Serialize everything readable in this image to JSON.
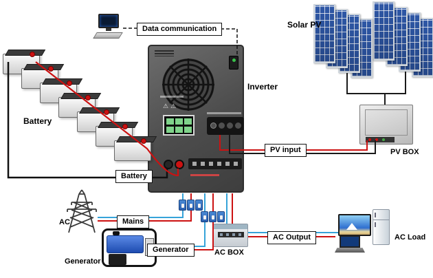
{
  "labels": {
    "data_communication": "Data communication",
    "solar_pv": "Solar PV",
    "inverter": "Inverter",
    "battery": "Battery",
    "battery_link": "Battery",
    "pv_input": "PV input",
    "pv_box": "PV BOX",
    "ac": "AC",
    "mains": "Mains",
    "generator": "Generator",
    "generator_link": "Generator",
    "ac_box": "AC BOX",
    "ac_output": "AC Output",
    "ac_load": "AC Load"
  },
  "icons": {
    "warning": "⚠⚠"
  },
  "counts": {
    "batteries": 7,
    "solar_panels": 8,
    "circuit_breakers": 6
  },
  "colors": {
    "wire_positive_red": "#cc1111",
    "wire_neutral_blue": "#35a3d9",
    "wire_ground_black": "#111111",
    "solar_panel_blue": "#2e57a6",
    "inverter_gray": "#4c4c4c",
    "generator_blue": "#1d4bb0"
  }
}
